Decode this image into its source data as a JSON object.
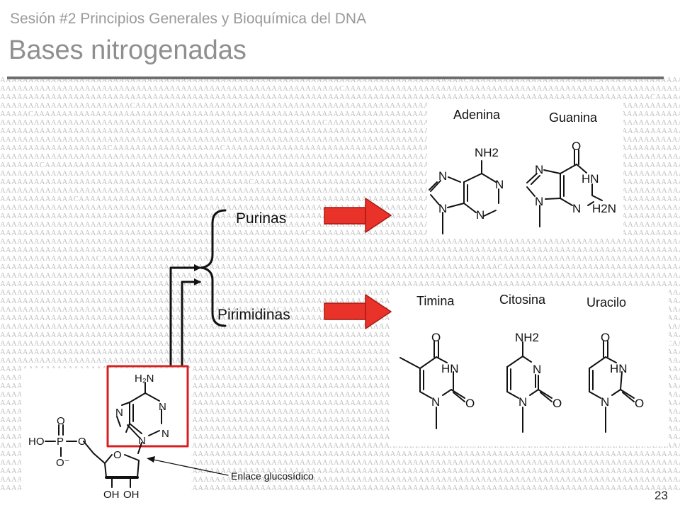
{
  "slide": {
    "subtitle": "Sesión #2 Principios Generales y Bioquímica del DNA",
    "title": "Bases nitrogenadas",
    "page_number": "23"
  },
  "groups": {
    "purines_label": "Purinas",
    "pyrimidines_label": "Pirimidinas"
  },
  "purines": {
    "adenine_name": "Adenina",
    "guanine_name": "Guanina"
  },
  "pyrimidines": {
    "thymine_name": "Timina",
    "cytosine_name": "Citosina",
    "uracil_name": "Uracilo"
  },
  "nucleotide": {
    "bond_label": "Enlace glucosídico"
  },
  "atoms": {
    "n": "N",
    "o": "O",
    "nh2": "NH2",
    "h2n": "H2N",
    "hn": "HN",
    "h2n_sub": "H₂N",
    "ho": "HO",
    "p": "P",
    "o_minus": "O⁻",
    "oh": "OH"
  },
  "colors": {
    "arrow_red": "#e8322a",
    "box_red": "#d81f1f",
    "background_sequence": "#bdbdbd",
    "title_gray": "#8f8f8f"
  }
}
